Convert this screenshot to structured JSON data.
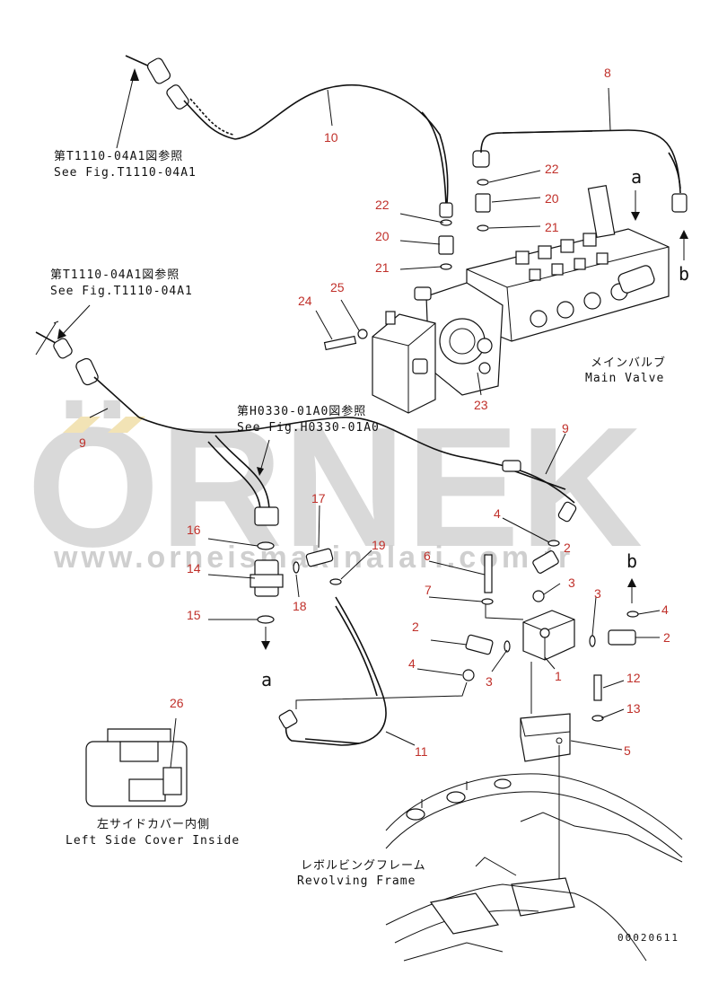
{
  "watermark": {
    "brand": "ÖRNEK",
    "url": "www.orneismakinalari.com.tr"
  },
  "captions": {
    "ref1_ja": "第T1110-04A1図参照",
    "ref1_en": "See Fig.T1110-04A1",
    "ref2_ja": "第T1110-04A1図参照",
    "ref2_en": "See Fig.T1110-04A1",
    "ref3_ja": "第H0330-01A0図参照",
    "ref3_en": "See Fig.H0330-01A0",
    "main_valve_ja": "メインバルブ",
    "main_valve_en": "Main Valve",
    "left_cover_ja": "左サイドカバー内側",
    "left_cover_en": "Left Side Cover Inside",
    "frame_ja": "レボルビングフレーム",
    "frame_en": "Revolving Frame",
    "drawing_code": "00020611"
  },
  "connectors": {
    "a_top": "a",
    "b_top": "b",
    "a_bottom": "a",
    "b_mid": "b"
  },
  "part_numbers": {
    "p8": "8",
    "p10": "10",
    "p22a": "22",
    "p20a": "20",
    "p21a": "21",
    "p22b": "22",
    "p20b": "20",
    "p21b": "21",
    "p24": "24",
    "p25": "25",
    "p23": "23",
    "p9a": "9",
    "p9b": "9",
    "p17": "17",
    "p16": "16",
    "p14": "14",
    "p15": "15",
    "p18": "18",
    "p19": "19",
    "p4a": "4",
    "p2a": "2",
    "p6": "6",
    "p3a": "3",
    "p7": "7",
    "p3b": "3",
    "p4b": "4",
    "p2b": "2",
    "p2c": "2",
    "p4c": "4",
    "p3c": "3",
    "p1": "1",
    "p12": "12",
    "p13": "13",
    "p5": "5",
    "p11": "11",
    "p26": "26"
  }
}
